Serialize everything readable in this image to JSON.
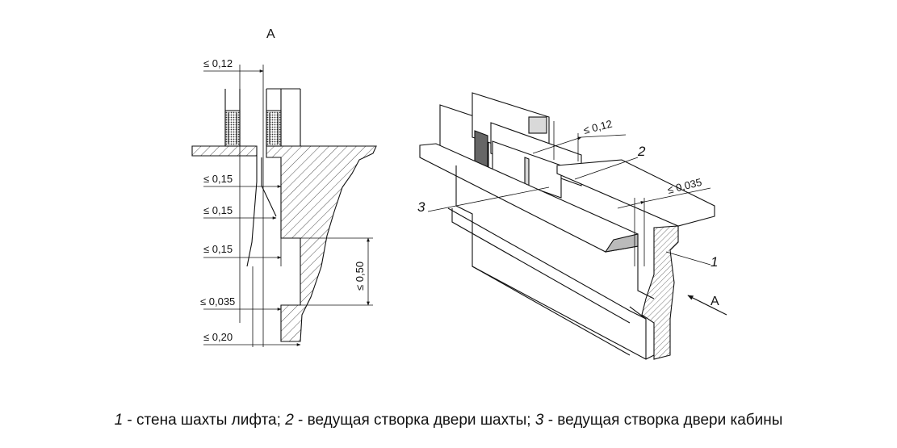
{
  "view_label": "A",
  "section": {
    "dims": [
      "≤ 0,12",
      "≤ 0,15",
      "≤ 0,15",
      "≤ 0,15",
      "≤ 0,035",
      "≤ 0,20",
      "≤ 0,50"
    ]
  },
  "iso": {
    "dims": [
      "≤ 0,12",
      "≤ 0,035"
    ],
    "callouts": [
      "2",
      "3",
      "1"
    ],
    "view_arrow_label": "A"
  },
  "caption": [
    {
      "num": "1",
      "text": " - стена шахты лифта; "
    },
    {
      "num": "2",
      "text": " - ведущая створка двери шахты; "
    },
    {
      "num": "3",
      "text": " - ведущая створка двери кабины"
    }
  ],
  "colors": {
    "line": "#111111",
    "hatch": "#555555",
    "panel": "#d9d9d9",
    "panel_dark": "#666666"
  }
}
